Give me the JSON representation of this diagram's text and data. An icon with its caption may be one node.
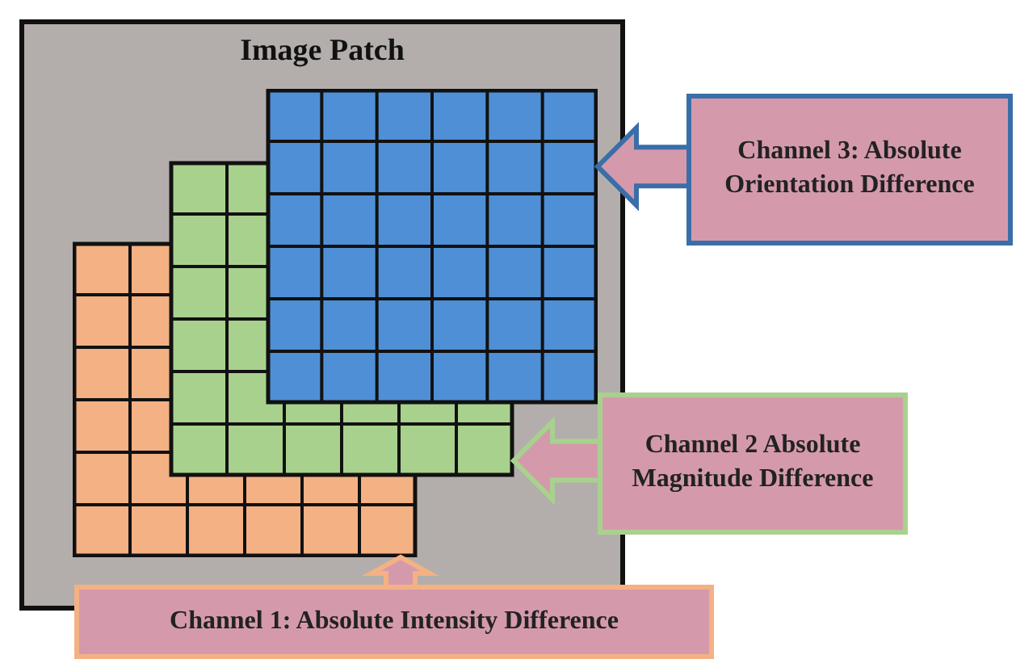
{
  "diagram": {
    "nodes": [
      {
        "text": [
          "Image Patch"
        ]
      },
      {
        "text": [],
        "shape": "grid",
        "in": 0
      },
      {
        "text": [],
        "shape": "grid",
        "in": 0
      },
      {
        "text": [],
        "shape": "grid",
        "in": 0
      },
      {
        "text": [
          "Channel 3: Absolute Orientation Difference"
        ]
      },
      {
        "text": [
          "Channel 2 Absolute Magnitude Difference"
        ]
      },
      {
        "text": [
          "Channel 1: Absolute Intensity Difference"
        ]
      }
    ],
    "edges": [
      {
        "from": 4,
        "to": 3,
        "arrow": "to"
      },
      {
        "from": 5,
        "to": 2,
        "arrow": "to"
      },
      {
        "from": 6,
        "to": 1,
        "arrow": "to"
      }
    ]
  }
}
